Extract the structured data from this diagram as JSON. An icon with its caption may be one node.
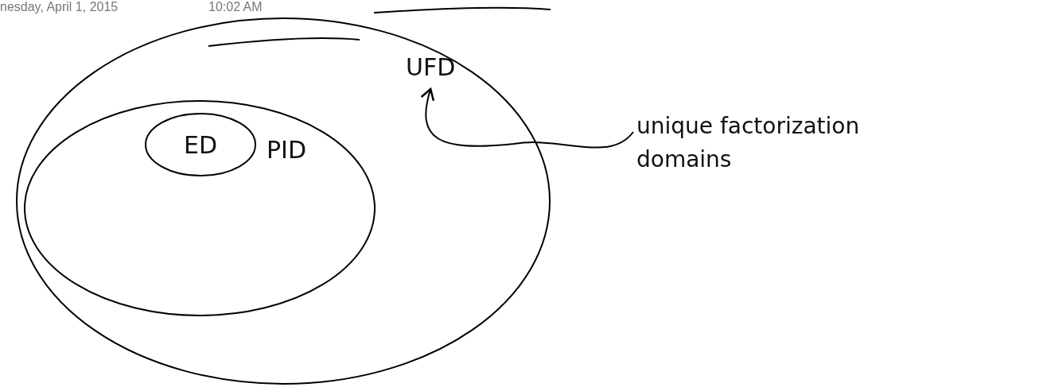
{
  "diagram": {
    "nodes": [
      {
        "text": [
          "UFD"
        ]
      },
      {
        "text": [
          "PID"
        ],
        "in": 0
      },
      {
        "text": [
          "ED"
        ],
        "in": 1
      },
      {
        "text": [
          "unique factorization domains"
        ]
      }
    ],
    "edges": [
      {
        "from": 3,
        "to": 0,
        "arrow": "to"
      }
    ],
    "labels": [
      "nesday, April 1, 2015",
      "10:02 AM"
    ]
  }
}
